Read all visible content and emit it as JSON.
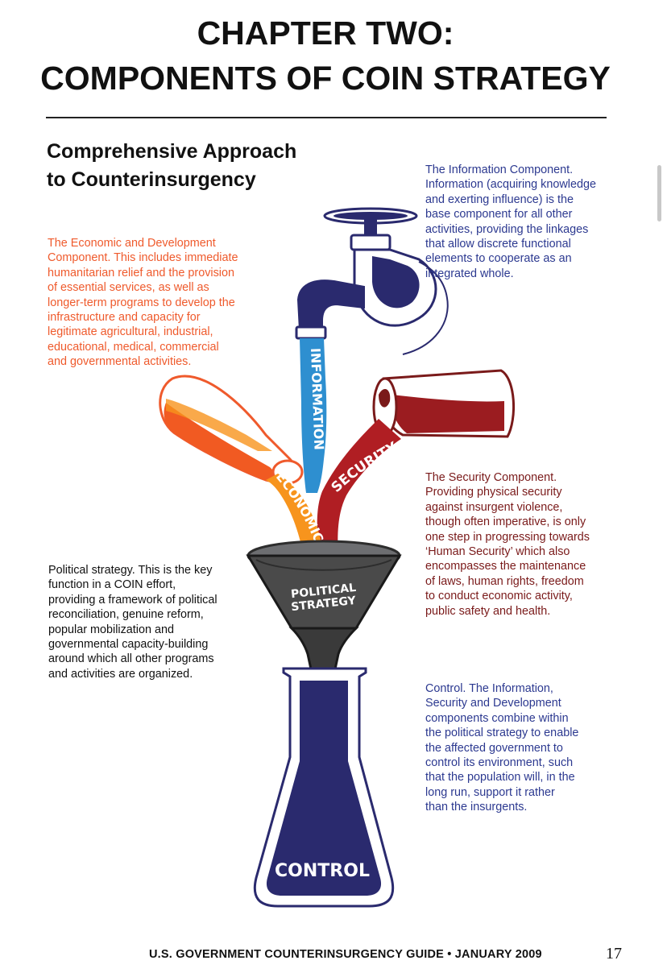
{
  "header": {
    "title_line1": "CHAPTER TWO:",
    "title_line2": "COMPONENTS OF COIN STRATEGY"
  },
  "section": {
    "title_line1": "Comprehensive Approach",
    "title_line2": "to Counterinsurgency"
  },
  "information_text": [
    "The Information Component.",
    "Information (acquiring knowledge",
    "and exerting influence) is the",
    "base component for all other",
    "activities, providing the linkages",
    "that allow discrete functional",
    "elements to cooperate as an",
    "integrated whole."
  ],
  "economic_text": [
    "The Economic and Development",
    "Component.  This includes immediate",
    "humanitarian relief and the provision",
    "of essential services, as well as",
    "longer-term programs to develop the",
    "infrastructure and capacity for",
    "legitimate agricultural, industrial,",
    "educational, medical, commercial",
    "and governmental activities."
  ],
  "security_text": [
    "The Security Component.",
    "Providing physical security",
    "against insurgent violence,",
    "though often imperative, is only",
    "one step in progressing towards",
    "‘Human Security’ which also",
    "encompasses the maintenance",
    "of laws, human rights, freedom",
    "to conduct economic activity,",
    "public safety and health."
  ],
  "political_text": [
    "Political strategy.  This is the key",
    "function in a COIN effort,",
    "providing a framework of political",
    "reconciliation, genuine reform,",
    "popular mobilization and",
    "governmental capacity-building",
    "around which all other programs",
    "and activities are organized."
  ],
  "control_text": [
    "Control.  The Information,",
    "Security and Development",
    "components combine within",
    "the political strategy to enable",
    "the affected government to",
    "control its environment, such",
    "that the population will, in the",
    "long run, support it rather",
    "than the insurgents."
  ],
  "diagram_labels": {
    "information": "INFORMATION",
    "security": "SECURITY",
    "economic": "ECONOMIC",
    "political_line1": "POLITICAL",
    "political_line2": "STRATEGY",
    "control": "CONTROL"
  },
  "footer": {
    "text": "U.S. GOVERNMENT COUNTERINSURGENCY GUIDE  •  JANUARY 2009",
    "page_number": "17"
  },
  "colors": {
    "blue_text": "#2c3990",
    "orange_text": "#ef5a2c",
    "red_text": "#7a1a1a",
    "navy": "#2a2a6e",
    "information_stream": "#2e8fd0",
    "security_stream": "#b01e23",
    "economic_stream": "#f7941d"
  }
}
